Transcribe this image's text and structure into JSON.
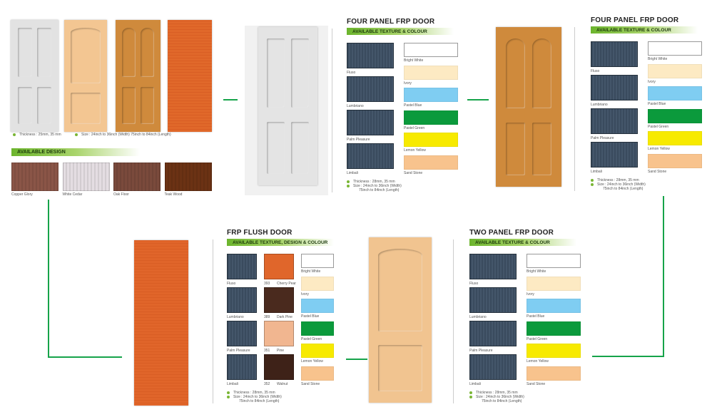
{
  "colors": {
    "connector": "#16a34a",
    "texture": "#3d4e60"
  },
  "overview": {
    "doors": [
      {
        "style": "four-panel",
        "color": "#e2e2e2"
      },
      {
        "style": "two-panel",
        "color": "#f3c692"
      },
      {
        "style": "four-panel-arched",
        "color": "#cf8a3c"
      },
      {
        "style": "flush",
        "color": "#e0682a"
      }
    ],
    "thickness": "Thickness : 25mm, 35 mm",
    "size": "Size :  24inch to 36inch (Width)  75inch to 84inch (Length)",
    "design_header": "AVAILABLE DESIGN",
    "designs": [
      {
        "label": "Copper Glory",
        "color": "#8a5547"
      },
      {
        "label": "White Cedar",
        "color": "#e4dde2"
      },
      {
        "label": "Oak Floor",
        "color": "#7a4a3c"
      },
      {
        "label": "Teak Wood",
        "color": "#6b3214"
      }
    ]
  },
  "panels": [
    {
      "id": "four-panel-gray",
      "title": "FOUR PANEL FRP DOOR",
      "header": "AVAILABLE TEXTURE & COLOUR",
      "door": {
        "style": "four-panel",
        "color": "#e4e4e4"
      },
      "textures": [
        "Fluso",
        "Lumbriano",
        "Palm Pleasure",
        "Limbali"
      ],
      "colours": [
        {
          "label": "Bright White",
          "color": "#ffffff"
        },
        {
          "label": "Ivory",
          "color": "#fdeac3"
        },
        {
          "label": "Pastel Blue",
          "color": "#7fcdf2"
        },
        {
          "label": "Pastel Green",
          "color": "#0b9a3c"
        },
        {
          "label": "Lemon Yellow",
          "color": "#f7ea00"
        },
        {
          "label": "Sand Stone",
          "color": "#f8c38d"
        }
      ],
      "thickness": "Thickness : 28mm, 35 mm",
      "size": "Size : 24inch to 36inch (Width)",
      "size2": "75inch to 84inch (Length)"
    },
    {
      "id": "four-panel-brown",
      "title": "FOUR PANEL FRP DOOR",
      "header": "AVAILABLE TEXTURE & COLOUR",
      "door": {
        "style": "four-panel-arched",
        "color": "#cf8a3c"
      },
      "textures": [
        "Fluso",
        "Lumbriano",
        "Palm Pleasure",
        "Limbali"
      ],
      "colours": [
        {
          "label": "Bright White",
          "color": "#ffffff"
        },
        {
          "label": "Ivory",
          "color": "#fdeac3"
        },
        {
          "label": "Pastel Blue",
          "color": "#7fcdf2"
        },
        {
          "label": "Pastel Green",
          "color": "#0b9a3c"
        },
        {
          "label": "Lemon Yellow",
          "color": "#f7ea00"
        },
        {
          "label": "Sand Stone",
          "color": "#f8c38d"
        }
      ],
      "thickness": "Thickness : 28mm, 35 mm",
      "size": "Size : 24inch to 36inch (Width)",
      "size2": "75inch to 84inch (Length)"
    },
    {
      "id": "two-panel",
      "title": "TWO PANEL FRP DOOR",
      "header": "AVAILABLE TEXTURE & COLOUR",
      "door": {
        "style": "two-panel",
        "color": "#f1c490"
      },
      "textures": [
        "Fluso",
        "Lumbriano",
        "Palm Pleasure",
        "Limbali"
      ],
      "colours": [
        {
          "label": "Bright White",
          "color": "#ffffff"
        },
        {
          "label": "Ivory",
          "color": "#fdeac3"
        },
        {
          "label": "Pastel Blue",
          "color": "#7fcdf2"
        },
        {
          "label": "Pastel Green",
          "color": "#0b9a3c"
        },
        {
          "label": "Lemon Yellow",
          "color": "#f7ea00"
        },
        {
          "label": "Sand Stone",
          "color": "#f8c38d"
        }
      ],
      "thickness": "Thickness : 28mm, 35 mm",
      "size": "Size : 24inch to 36inch (Width)",
      "size2": "75inch to 84inch (Length)"
    },
    {
      "id": "flush",
      "title": "FRP FLUSH DOOR",
      "header": "AVAILABLE TEXTURE, DESIGN & COLOUR",
      "door": {
        "style": "flush",
        "color": "#e0652a"
      },
      "textures": [
        "Fluso",
        "Lumbriano",
        "Palm Pleasure",
        "Limbali"
      ],
      "designs": [
        {
          "code": "393",
          "label": "Cherry Pear",
          "color": "#e0662b"
        },
        {
          "code": "389",
          "label": "Dark Pine",
          "color": "#4a2a1e"
        },
        {
          "code": "351",
          "label": "Pine",
          "color": "#f1b690"
        },
        {
          "code": "352",
          "label": "Walnut",
          "color": "#3e2218"
        }
      ],
      "colours": [
        {
          "label": "Bright White",
          "color": "#ffffff"
        },
        {
          "label": "Ivory",
          "color": "#fdeac3"
        },
        {
          "label": "Pastel Blue",
          "color": "#7fcdf2"
        },
        {
          "label": "Pastel Green",
          "color": "#0b9a3c"
        },
        {
          "label": "Lemon Yellow",
          "color": "#f7ea00"
        },
        {
          "label": "Sand Stone",
          "color": "#f8c38d"
        }
      ],
      "thickness": "Thickness : 28mm, 35 mm",
      "size": "Size : 24inch to 36inch (Width)",
      "size2": "75inch to 84inch (Length)"
    }
  ]
}
